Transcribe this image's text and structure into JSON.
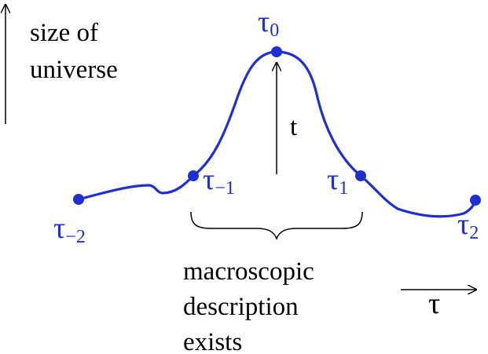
{
  "colors": {
    "curve": "#1f2fd0",
    "text": "#000000",
    "background": "#ffffff"
  },
  "y_axis_label": {
    "line1": "size of",
    "line2": "universe"
  },
  "height_label": "t",
  "horizontal_axis_label": "τ",
  "points": {
    "tau_minus_2": {
      "symbol": "τ",
      "subscript": "−2"
    },
    "tau_minus_1": {
      "symbol": "τ",
      "subscript": "−1"
    },
    "tau_0": {
      "symbol": "τ",
      "subscript": "0"
    },
    "tau_1": {
      "symbol": "τ",
      "subscript": "1"
    },
    "tau_2": {
      "symbol": "τ",
      "subscript": "2"
    }
  },
  "brace_caption": {
    "line1": "macroscopic",
    "line2": "description",
    "line3": "exists"
  }
}
